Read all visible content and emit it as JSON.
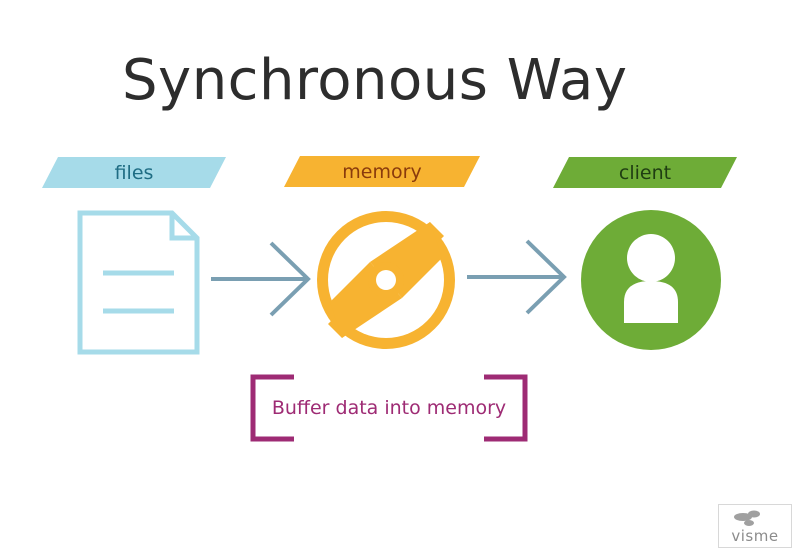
{
  "title": "Synchronous Way",
  "labels": {
    "files": "files",
    "memory": "memory",
    "client": "client"
  },
  "caption": "Buffer data into memory",
  "logo": "visme",
  "icons": {
    "files": "document-icon",
    "memory": "disc-icon",
    "client": "user-avatar-icon"
  },
  "colors": {
    "files": "#a6dbe9",
    "memory": "#f7b331",
    "client": "#6eac37",
    "arrow": "#7a9fb2",
    "caption": "#9e2b74"
  }
}
